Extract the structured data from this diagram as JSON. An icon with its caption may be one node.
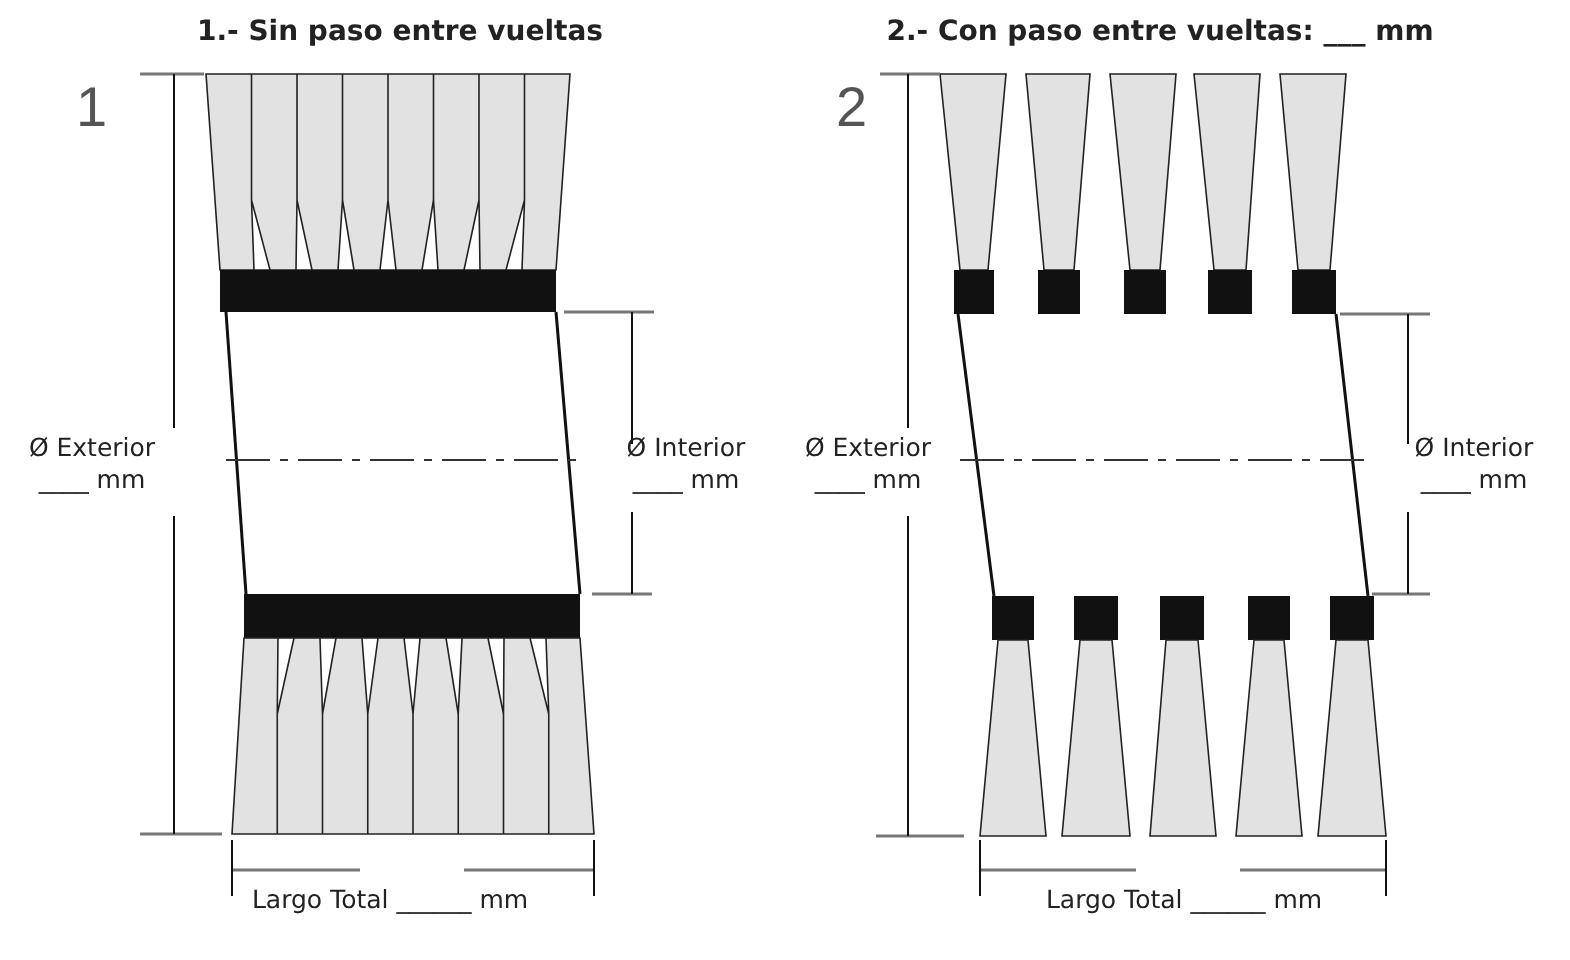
{
  "diagram": {
    "labels": [
      "1.- Sin paso entre vueltas",
      "2.- Con paso entre vueltas: ___ mm",
      "1",
      "2",
      "Ø Exterior ____ mm",
      "Ø Interior ____ mm",
      "Ø Exterior ____ mm",
      "Ø Interior ____ mm",
      "Largo Total ______ mm",
      "Largo Total ______ mm"
    ]
  }
}
